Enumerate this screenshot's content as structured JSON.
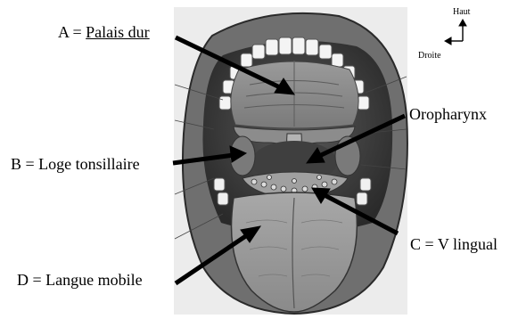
{
  "labels": {
    "a_prefix": "A = ",
    "a_term": "Palais dur",
    "b": "B = Loge tonsillaire",
    "oropharynx": "Oropharynx",
    "c": "C = V lingual",
    "d": "D = Langue mobile"
  },
  "orientation": {
    "up": "Haut",
    "right": "Droite"
  }
}
